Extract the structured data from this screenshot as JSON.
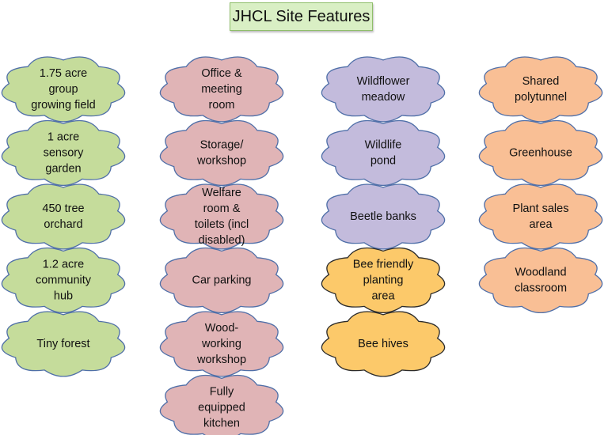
{
  "title": "JHCL Site Features",
  "colors": {
    "green": {
      "fill": "#c5dc9b",
      "stroke": "#4f6fa8"
    },
    "pink": {
      "fill": "#e0b4b6",
      "stroke": "#4f6fa8"
    },
    "purple": {
      "fill": "#c3bbdc",
      "stroke": "#4f6fa8"
    },
    "yellow": {
      "fill": "#fcc96a",
      "stroke": "#2b2b2b"
    },
    "orange": {
      "fill": "#f9bf95",
      "stroke": "#4f6fa8"
    }
  },
  "columns": [
    {
      "name": "column-1",
      "color": "green",
      "items": [
        {
          "lines": [
            "1.75 acre",
            "group",
            "growing field"
          ]
        },
        {
          "lines": [
            "1 acre",
            "sensory",
            "garden"
          ]
        },
        {
          "lines": [
            "450 tree",
            "orchard"
          ]
        },
        {
          "lines": [
            "1.2 acre",
            "community",
            "hub"
          ]
        },
        {
          "lines": [
            "Tiny forest"
          ]
        }
      ]
    },
    {
      "name": "column-2",
      "color": "pink",
      "items": [
        {
          "lines": [
            "Office &",
            "meeting",
            "room"
          ]
        },
        {
          "lines": [
            "Storage/",
            "workshop"
          ]
        },
        {
          "lines": [
            "Welfare",
            "room &",
            "toilets (incl",
            "disabled)"
          ]
        },
        {
          "lines": [
            "Car parking"
          ]
        },
        {
          "lines": [
            "Wood-",
            "working",
            "workshop"
          ]
        },
        {
          "lines": [
            "Fully",
            "equipped",
            "kitchen"
          ]
        }
      ]
    },
    {
      "name": "column-3",
      "color": "purple",
      "items": [
        {
          "lines": [
            "Wildflower",
            "meadow"
          ]
        },
        {
          "lines": [
            "Wildlife",
            "pond"
          ]
        },
        {
          "lines": [
            "Beetle banks"
          ]
        },
        {
          "lines": [
            "Bee friendly",
            "planting",
            "area"
          ],
          "color": "yellow"
        },
        {
          "lines": [
            "Bee hives"
          ],
          "color": "yellow"
        }
      ]
    },
    {
      "name": "column-4",
      "color": "orange",
      "items": [
        {
          "lines": [
            "Shared",
            "polytunnel"
          ]
        },
        {
          "lines": [
            "Greenhouse"
          ]
        },
        {
          "lines": [
            "Plant sales",
            "area"
          ]
        },
        {
          "lines": [
            "Woodland",
            "classroom"
          ]
        }
      ]
    }
  ]
}
